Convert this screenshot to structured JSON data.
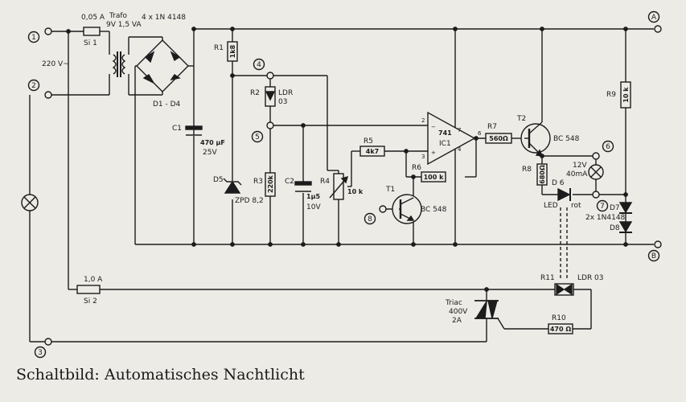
{
  "caption": "Schaltbild: Automatisches Nachtlicht",
  "terminals": {
    "t1": "1",
    "t2": "2",
    "t3": "3",
    "t4": "4",
    "t5": "5",
    "t6": "6",
    "t7": "7",
    "t8": "8",
    "tA": "A",
    "tB": "B"
  },
  "mains": {
    "label": "220 V~"
  },
  "fuse1": {
    "value": "0,05 A",
    "ref": "Si 1"
  },
  "fuse2": {
    "value": "1,0 A",
    "ref": "Si 2"
  },
  "trafo": {
    "name": "Trafo",
    "rating": "9V 1,5 VA"
  },
  "bridge": {
    "type": "4 x 1N 4148",
    "ref": "D1 - D4"
  },
  "c1": {
    "ref": "C1",
    "value": "470 µF",
    "voltage": "25V"
  },
  "r1": {
    "ref": "R1",
    "value": "1k8"
  },
  "r2": {
    "ref": "R2",
    "type": "LDR",
    "type_num": "03"
  },
  "d5": {
    "ref": "D5",
    "value": "ZPD 8,2"
  },
  "r3": {
    "ref": "R3",
    "value": "220k"
  },
  "c2": {
    "ref": "C2",
    "value": "1µ5",
    "voltage": "10V"
  },
  "r4": {
    "ref": "R4",
    "value": "10 k"
  },
  "r5": {
    "ref": "R5",
    "value": "4k7"
  },
  "r6": {
    "ref": "R6",
    "value": "100 k"
  },
  "r7": {
    "ref": "R7",
    "value": "560Ω"
  },
  "r8": {
    "ref": "R8",
    "value": "680Ω"
  },
  "r9": {
    "ref": "R9",
    "value": "10 k"
  },
  "r10": {
    "ref": "R10",
    "value": "470 Ω"
  },
  "r11": {
    "ref": "R11",
    "type": "LDR 03"
  },
  "ic1": {
    "ref": "IC1",
    "type": "741",
    "pin_in_minus": "2",
    "pin_in_plus": "3",
    "pin_out": "6",
    "pin_vcc": "7",
    "pin_gnd": "4"
  },
  "t1": {
    "ref": "T1",
    "type": "BC 548"
  },
  "t2": {
    "ref": "T2",
    "type": "BC 548"
  },
  "d6": {
    "ref": "D 6",
    "kind": "LED",
    "color": "rot"
  },
  "d7d8": {
    "ref_top": "D7",
    "type": "2x 1N4148",
    "ref_bottom": "D8"
  },
  "lamp": {
    "voltage": "12V",
    "current": "40mA"
  },
  "triac": {
    "name": "Triac",
    "voltage": "400V",
    "current": "2A"
  }
}
